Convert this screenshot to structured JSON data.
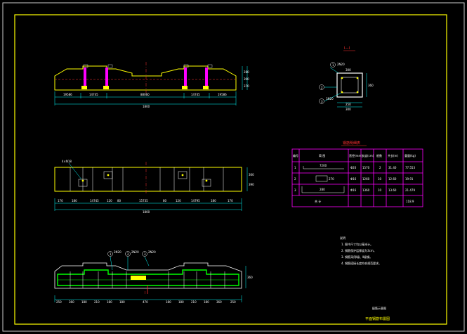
{
  "sheet": {
    "title_block": {
      "line1": "配筋示意图",
      "line2": "平面钢筋布置图"
    }
  },
  "view1": {
    "dims": [
      "19586",
      "14745",
      "88060",
      "14745",
      "19586"
    ],
    "total": "1800",
    "side_dims": [
      "280",
      "390",
      "370"
    ]
  },
  "section": {
    "title": "Ⅰ—Ⅰ",
    "dims_top": [
      "300"
    ],
    "dims_bottom": [
      "250",
      "300"
    ],
    "right_dim": "360",
    "callouts": [
      "1",
      "2",
      "3"
    ],
    "labels": [
      "2N20",
      "1N20"
    ]
  },
  "view2": {
    "dims": [
      "170",
      "180",
      "14745",
      "120",
      "80",
      "15735",
      "80",
      "120",
      "14795",
      "180",
      "170"
    ],
    "total": "1800",
    "side_dims": [
      "300",
      "390"
    ],
    "labels": [
      "4×N18"
    ]
  },
  "view3": {
    "callouts": [
      "1",
      "2",
      "3"
    ],
    "labels": [
      "2N20",
      "2N20",
      "2N20"
    ],
    "dims": [
      "250",
      "360",
      "180",
      "210",
      "180",
      "180",
      "470",
      "180",
      "180",
      "210",
      "180",
      "360",
      "250"
    ],
    "side_dims": [
      "360"
    ]
  },
  "table": {
    "title": "钢筋明细表",
    "headers": [
      "编号",
      "简  图",
      "直径(mm)",
      "长度(cm)",
      "根数",
      "共长(m)",
      "重量(kg)"
    ],
    "rows": [
      {
        "no": "1",
        "sketch": "7200",
        "dia": "Φ20",
        "len": "1570",
        "count": "2",
        "total": "31.40",
        "weight": "77.553"
      },
      {
        "no": "2",
        "sketch": "270",
        "dia": "Φ16",
        "len": "1260",
        "count": "10",
        "total": "12.60",
        "weight": "19.91"
      },
      {
        "no": "3",
        "sketch": "280",
        "dia": "Φ16",
        "len": "1360",
        "count": "10",
        "total": "13.60",
        "weight": "21.479"
      }
    ],
    "footer": {
      "label": "合  计",
      "weight": "118.9"
    }
  },
  "notes": {
    "title": "说明",
    "items": [
      "1. 图中尺寸均以毫米计。",
      "2. 钢筋保护层厚度为3cm。",
      "3. 钢筋采用Ⅰ级、Ⅱ级钢。",
      "4. 钢筋搭接长度符合规范要求。"
    ]
  },
  "colors": {
    "background": "#000000",
    "frame": "#ffff00",
    "outline": "#ffffff",
    "table": "#ff00ff",
    "dims": "#00ffff",
    "rebar": "#00ff00",
    "hidden": "#ff3030"
  }
}
